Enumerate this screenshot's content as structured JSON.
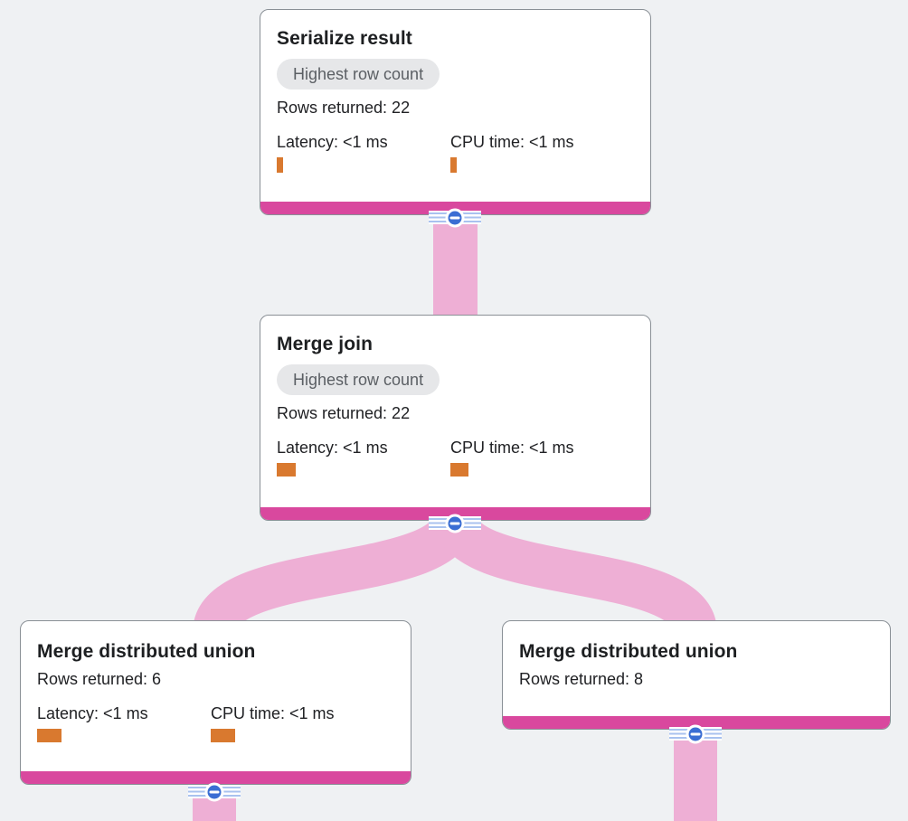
{
  "colors": {
    "background": "#eff1f3",
    "card_border": "#8a9096",
    "node_bottom_bar_pink": "#d9489e",
    "flow_band_pink": "#eeafd5",
    "collapse_button_blue": "#3b6ed3",
    "connector_stripe_blue": "#a9c2ef",
    "metric_bar_orange": "#d9792f",
    "badge_bg": "#e6e7e9",
    "badge_text": "#5b5f64",
    "text": "#202124"
  },
  "nodes": [
    {
      "title": "Serialize result",
      "badge": "Highest row count",
      "rows_returned": "Rows returned: 22",
      "latency": "Latency: <1 ms",
      "cpu_time": "CPU time: <1 ms",
      "latency_bar": {
        "width": 7,
        "height": 17
      },
      "cpu_bar": {
        "width": 7,
        "height": 17
      }
    },
    {
      "title": "Merge join",
      "badge": "Highest row count",
      "rows_returned": "Rows returned: 22",
      "latency": "Latency: <1 ms",
      "cpu_time": "CPU time: <1 ms",
      "latency_bar": {
        "width": 21,
        "height": 15
      },
      "cpu_bar": {
        "width": 20,
        "height": 15
      }
    },
    {
      "title": "Merge distributed union",
      "rows_returned": "Rows returned: 6",
      "latency": "Latency: <1 ms",
      "cpu_time": "CPU time: <1 ms",
      "latency_bar": {
        "width": 27,
        "height": 15
      },
      "cpu_bar": {
        "width": 27,
        "height": 15
      }
    },
    {
      "title": "Merge distributed union",
      "rows_returned": "Rows returned: 8"
    }
  ],
  "edges": [
    {
      "from": 0,
      "to": 1
    },
    {
      "from": 1,
      "to": 2
    },
    {
      "from": 1,
      "to": 3
    },
    {
      "from": 2,
      "to": null
    },
    {
      "from": 3,
      "to": null
    }
  ]
}
